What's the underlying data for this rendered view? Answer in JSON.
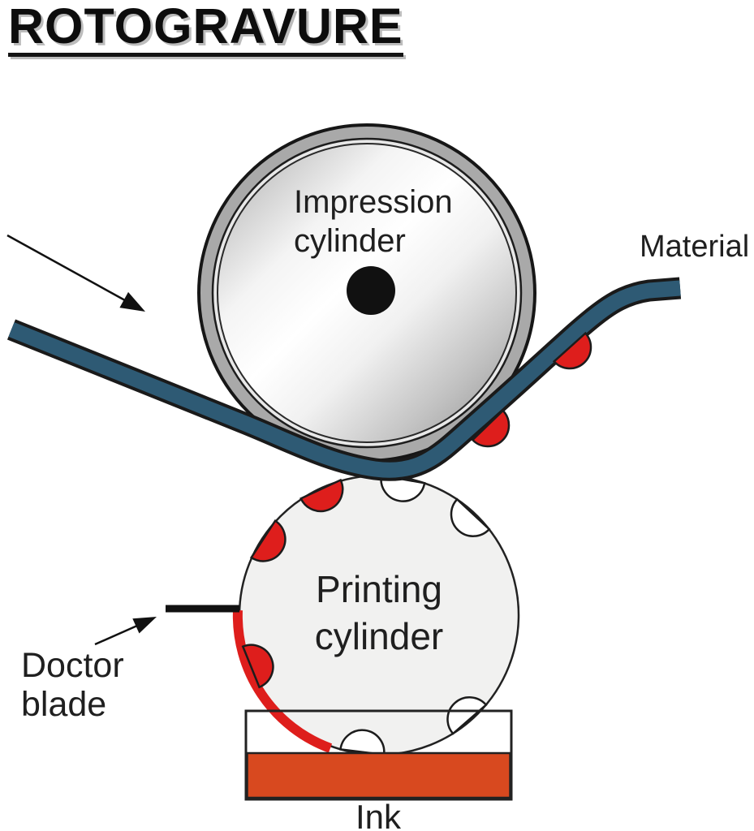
{
  "title": "ROTOGRAVURE",
  "labels": {
    "impression_line1": "Impression",
    "impression_line2": "cylinder",
    "printing_line1": "Printing",
    "printing_line2": "cylinder",
    "material": "Material",
    "doctor_line1": "Doctor",
    "doctor_line2": "blade",
    "ink": "Ink"
  },
  "colors": {
    "web": "#2E5A74",
    "web_outline": "#1A1A1A",
    "ink": "#D8491F",
    "cell_filled": "#DE1E1C",
    "cell_empty": "#FFFFFF",
    "ink_film": "#DE1E1C",
    "impression_ring": "#A9A9A9",
    "printing_fill": "#F1F1F0",
    "hub": "#111111",
    "outline": "#1C1C1C"
  }
}
